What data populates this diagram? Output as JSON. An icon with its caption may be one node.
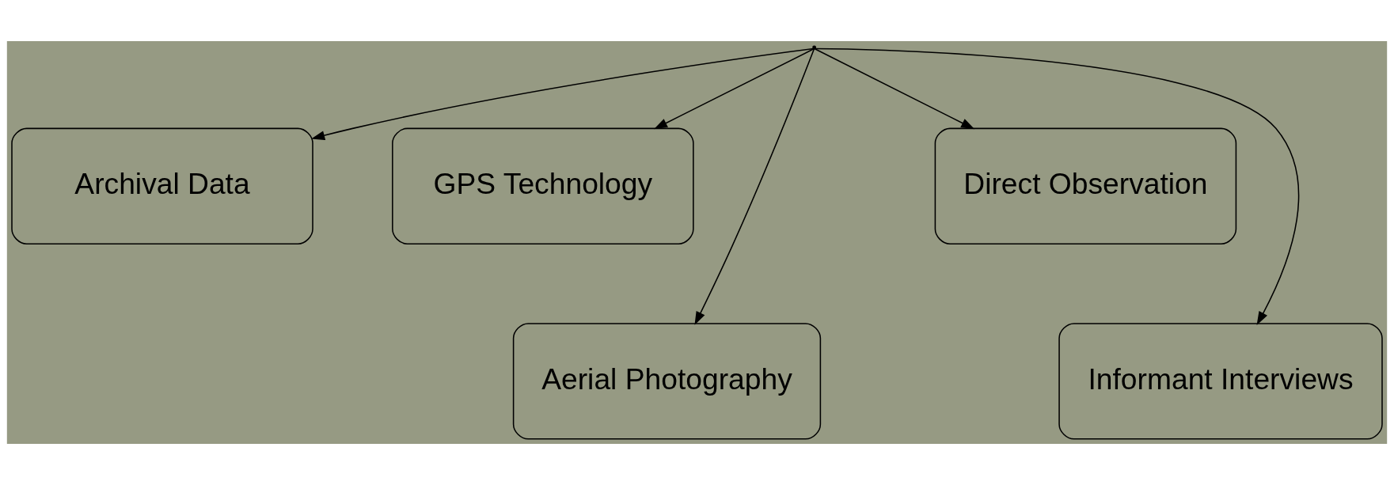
{
  "diagram": {
    "nodes": [
      {
        "text": [],
        "shape": "point"
      },
      {
        "text": [
          "Archival Data"
        ]
      },
      {
        "text": [
          "GPS Technology"
        ]
      },
      {
        "text": [
          "Direct Observation"
        ]
      },
      {
        "text": [
          "Aerial Photography"
        ]
      },
      {
        "text": [
          "Informant Interviews"
        ]
      }
    ],
    "edges": [
      {
        "from": 0,
        "to": 1,
        "arrow": "to"
      },
      {
        "from": 0,
        "to": 4,
        "arrow": "to"
      },
      {
        "from": 0,
        "to": 2,
        "arrow": "to"
      },
      {
        "from": 0,
        "to": 5,
        "arrow": "to"
      },
      {
        "from": 0,
        "to": 3,
        "arrow": "to"
      }
    ]
  }
}
